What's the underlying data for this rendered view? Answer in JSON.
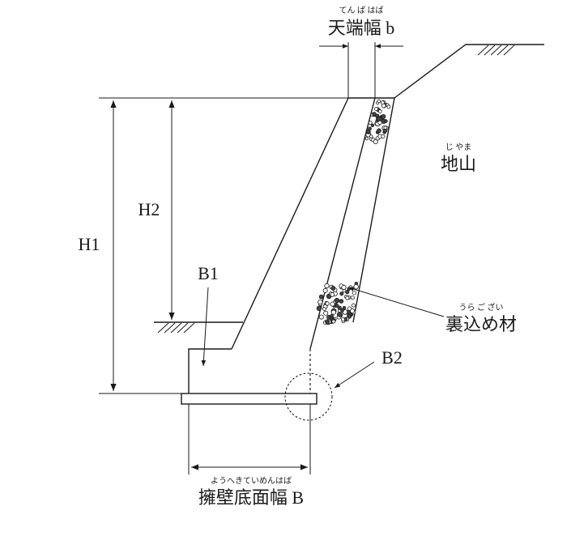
{
  "labels": {
    "crest_width": {
      "text": "天端幅 b",
      "ruby": "てん ぱ はば"
    },
    "natural_ground": {
      "text": "地山",
      "ruby": "じ やま"
    },
    "h1": "H1",
    "h2": "H2",
    "b1": "B1",
    "b2": "B2",
    "backfill": {
      "text": "裏込め材",
      "ruby": "うら ご ざい"
    },
    "base_width": {
      "text": "擁壁底面幅 B",
      "ruby": "ようへきていめんはば"
    }
  }
}
